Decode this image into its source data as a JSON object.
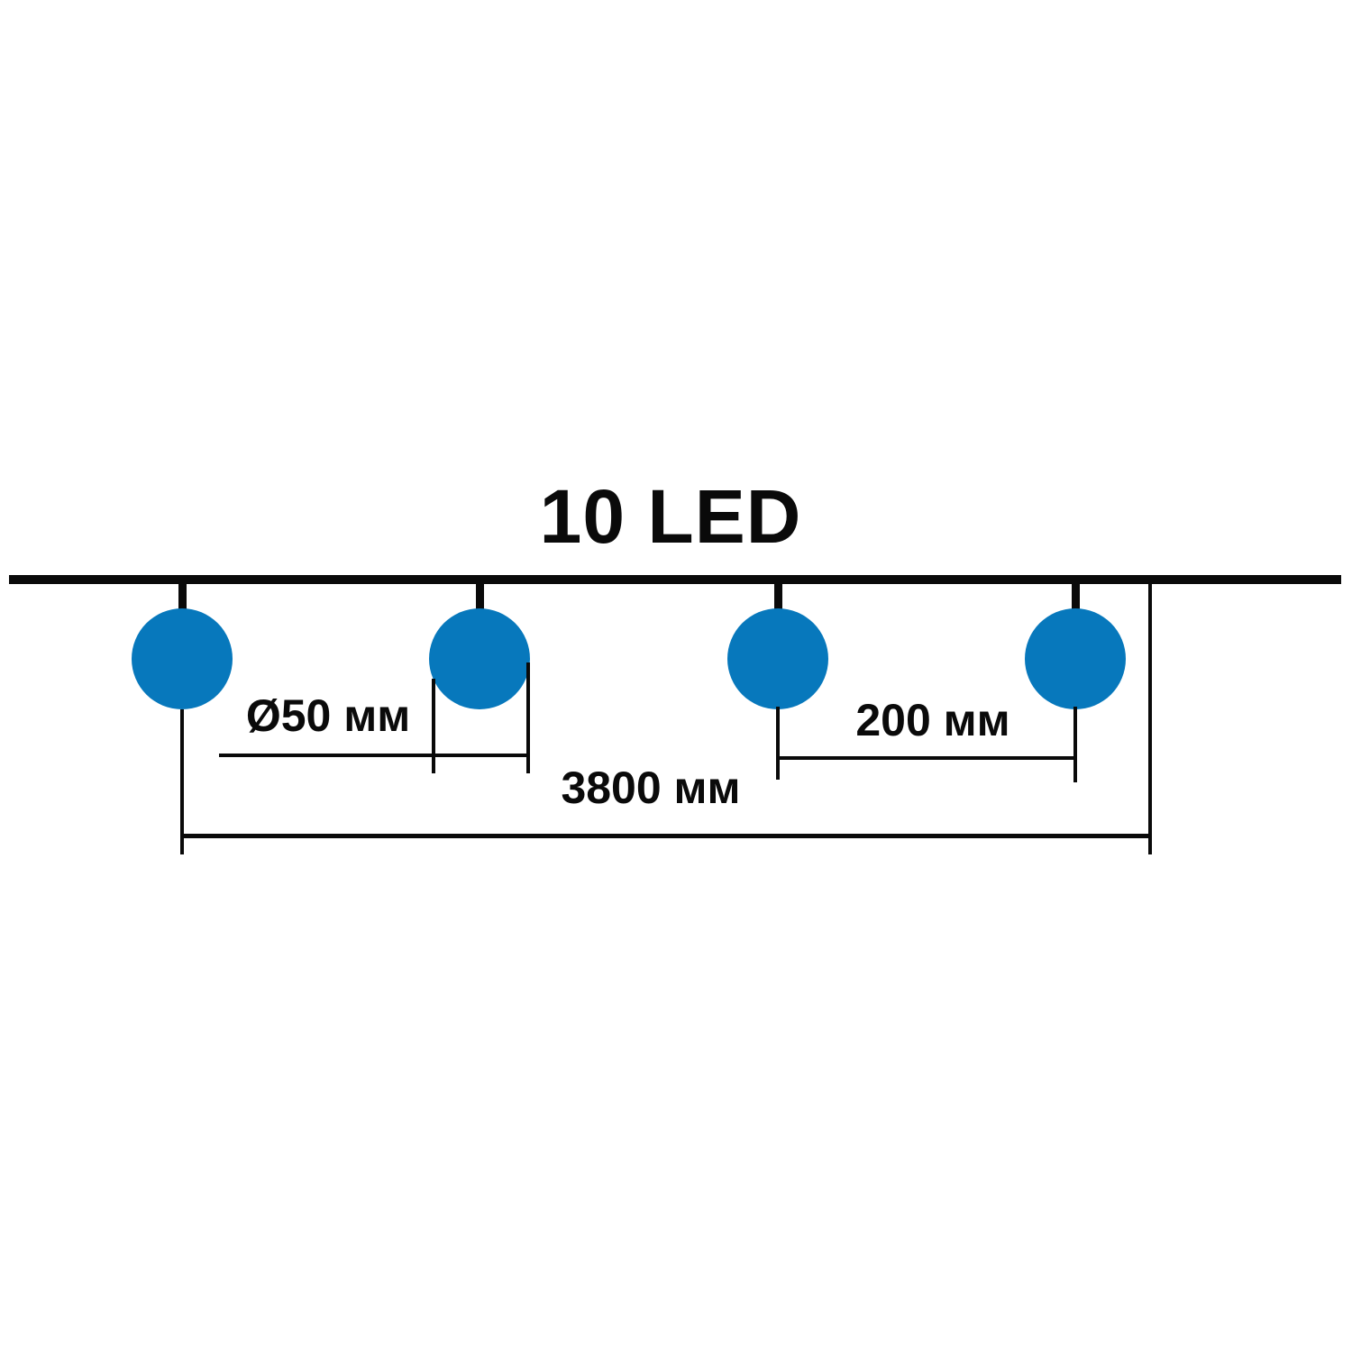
{
  "diagram": {
    "title": "10 LED",
    "type": "led-string-spec",
    "bulbs_shown": 4,
    "bulb_color": "#0778BC",
    "line_color": "#0a0a0a",
    "dimensions": {
      "bulb_diameter_label": "Ø50 мм",
      "bulb_spacing_label": "200 мм",
      "total_length_label": "3800 мм"
    }
  }
}
